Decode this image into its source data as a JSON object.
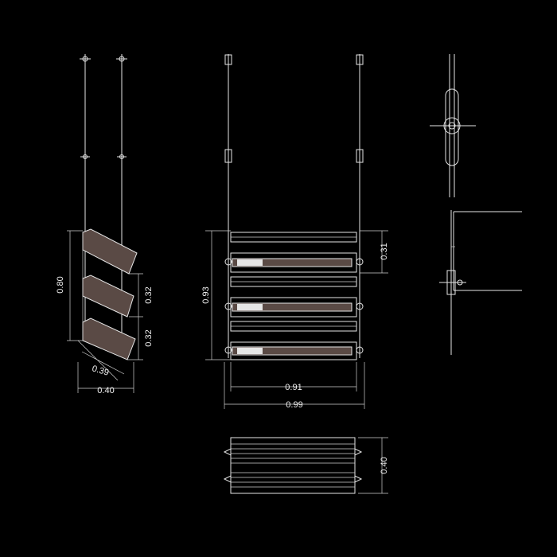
{
  "dimensions": {
    "side_total_height": "0.80",
    "side_shelf_gap_upper": "0.32",
    "side_shelf_gap_lower": "0.32",
    "side_shelf_depth": "0.39",
    "side_base_width": "0.40",
    "front_total_height": "0.93",
    "front_shelf_height": "0.31",
    "front_inner_width": "0.91",
    "front_outer_width": "0.99",
    "plan_depth": "0.40"
  },
  "colors": {
    "background": "#000000",
    "line": "#e6e6e6",
    "shelf_fill": "#5a4a45",
    "label_fill": "#c9c9c9"
  }
}
